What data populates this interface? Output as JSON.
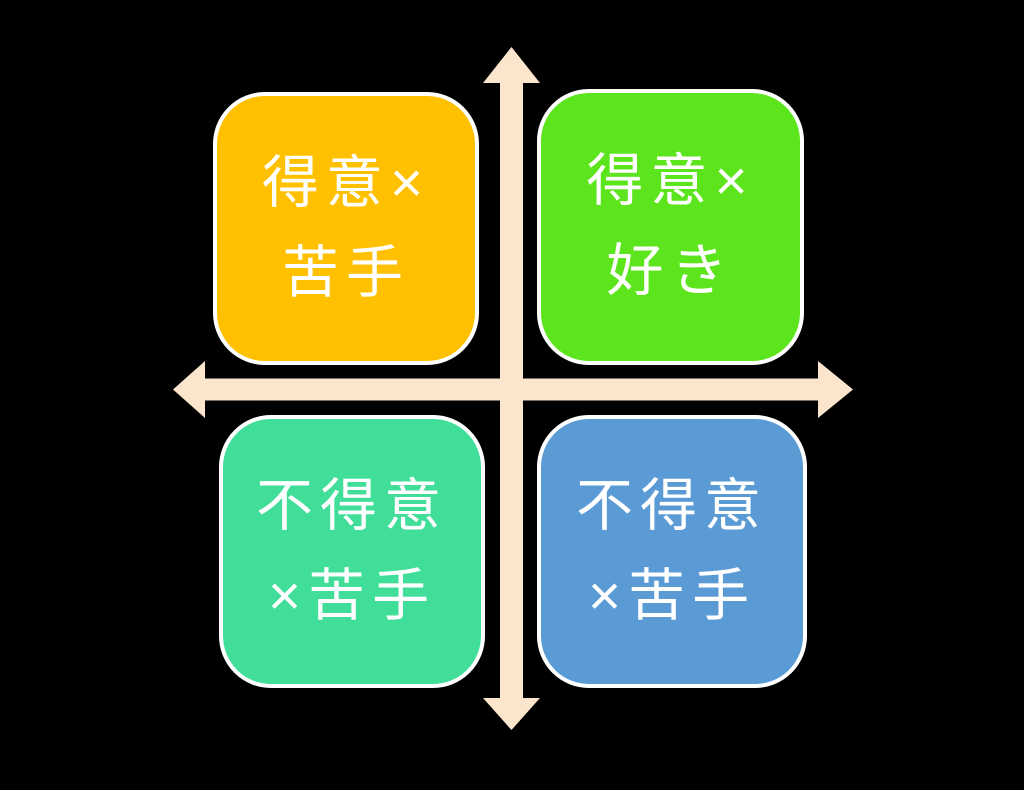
{
  "diagram": {
    "background": "#000000",
    "text_color": "#ffffff",
    "arrow_color": "#FCE5CD",
    "box_border_color": "#ffffff",
    "quadrants": [
      {
        "position": "top-left",
        "color": "#FFC000",
        "line1": "得意×",
        "line2": "苦手"
      },
      {
        "position": "top-right",
        "color": "#5CE51D",
        "line1": "得意×",
        "line2": "好き"
      },
      {
        "position": "bottom-left",
        "color": "#40DE99",
        "line1": "不得意",
        "line2": "×苦手"
      },
      {
        "position": "bottom-right",
        "color": "#5B9BD5",
        "line1": "不得意",
        "line2": "×苦手"
      }
    ]
  }
}
